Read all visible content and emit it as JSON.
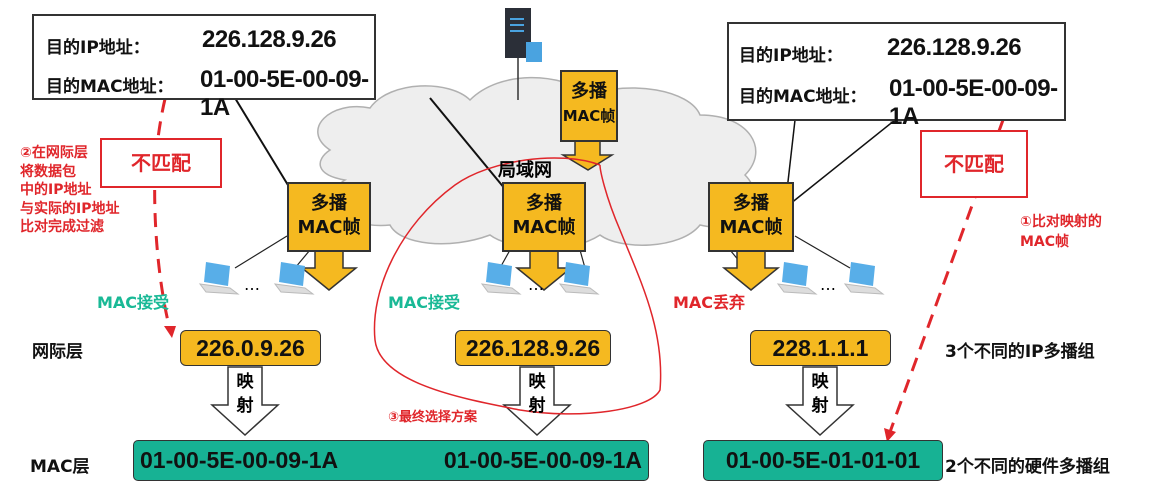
{
  "callout_left": {
    "ip_label": "目的IP地址：",
    "ip_value": "226.128.9.26",
    "mac_label": "目的MAC地址：",
    "mac_value": "01-00-5E-00-09-1A"
  },
  "callout_right": {
    "ip_label": "目的IP地址：",
    "ip_value": "226.128.9.26",
    "mac_label": "目的MAC地址：",
    "mac_value": "01-00-5E-00-09-1A"
  },
  "lan_label": "局域网",
  "frame": {
    "line1": "多播",
    "line2": "MAC帧"
  },
  "hosts": [
    {
      "status": "MAC接受",
      "color": "#19b996"
    },
    {
      "status": "MAC接受",
      "color": "#19b996"
    },
    {
      "status": "MAC丢弃",
      "color": "#e0262b"
    }
  ],
  "ellipsis": "…",
  "layers": {
    "ip": "网际层",
    "mac": "MAC层"
  },
  "ip_groups": [
    "226.0.9.26",
    "226.128.9.26",
    "228.1.1.1"
  ],
  "mapping": {
    "line1": "映",
    "line2": "射"
  },
  "mac_groups": [
    "01-00-5E-00-09-1A",
    "01-00-5E-00-09-1A",
    "01-00-5E-01-01-01"
  ],
  "notes": {
    "ip_groups": "3个不同的IP多播组",
    "mac_groups": "2个不同的硬件多播组"
  },
  "annotations": {
    "mismatch": "不匹配",
    "step1": [
      "①比对映射的",
      "MAC帧"
    ],
    "step2": [
      "②在网际层",
      "将数据包",
      "中的IP地址",
      "与实际的IP地址",
      "比对完成过滤"
    ],
    "step3": "③最终选择方案"
  },
  "colors": {
    "frame": "#f5b920",
    "mac": "#17b294",
    "red": "#e0262b",
    "green": "#19b996"
  }
}
